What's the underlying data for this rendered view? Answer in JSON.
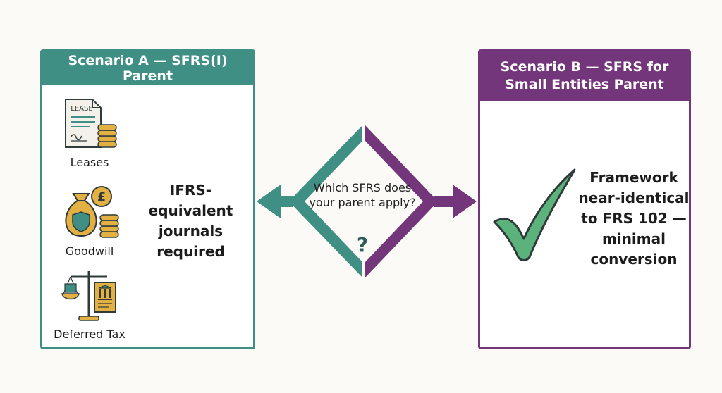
{
  "colors": {
    "scenario_a": "#3f8f84",
    "scenario_b": "#74367a",
    "check": "#5bb27a",
    "coin": "#e3b043"
  },
  "scenario_a": {
    "title": "Scenario A — SFRS(I) Parent",
    "items": [
      {
        "label": "Leases",
        "icon": "lease-document-coins-icon",
        "doc_text": "LEASE"
      },
      {
        "label": "Goodwill",
        "icon": "money-bag-shield-coins-icon",
        "currency_symbol": "£"
      },
      {
        "label": "Deferred Tax",
        "icon": "scales-bank-document-icon"
      }
    ],
    "message": "IFRS-equivalent journals required"
  },
  "decision": {
    "question": "Which SFRS does your parent apply?",
    "mark": "?"
  },
  "scenario_b": {
    "title": "Scenario B — SFRS for Small Entities Parent",
    "icon": "checkmark-icon",
    "message": "Framework near-identical to FRS 102 — minimal conversion"
  }
}
